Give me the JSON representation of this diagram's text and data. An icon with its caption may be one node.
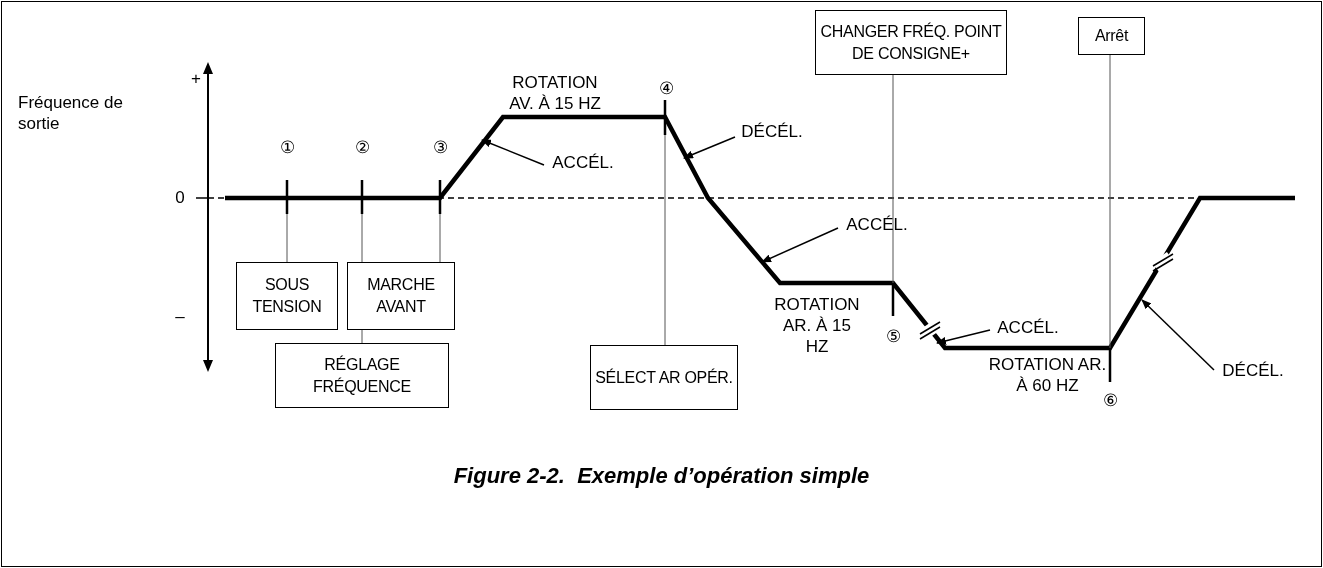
{
  "diagram": {
    "caption": "Figure 2-2.  Exemple d’opération simple",
    "nodes": [
      {
        "text": [
          "SOUS TENSION"
        ]
      },
      {
        "text": [
          "RÉGLAGE FRÉQUENCE"
        ]
      },
      {
        "text": [
          "MARCHE AVANT"
        ]
      },
      {
        "text": [
          "SÉLECT AR OPÉR."
        ]
      },
      {
        "text": [
          "CHANGER FRÉQ. POINT DE CONSIGNE+"
        ]
      },
      {
        "text": [
          "Arrêt"
        ]
      },
      {
        "text": [
          "ACCÉL."
        ]
      },
      {
        "text": [
          "DÉCÉL."
        ]
      },
      {
        "text": [
          "ACCÉL."
        ]
      },
      {
        "text": [
          "ACCÉL."
        ]
      },
      {
        "text": [
          "DÉCÉL."
        ]
      }
    ],
    "edges": [
      {
        "from": 0,
        "to": null,
        "arrow": "none"
      },
      {
        "from": 1,
        "to": null,
        "arrow": "none"
      },
      {
        "from": 2,
        "to": null,
        "arrow": "none"
      },
      {
        "from": 3,
        "to": null,
        "arrow": "none"
      },
      {
        "from": 4,
        "to": null,
        "arrow": "none"
      },
      {
        "from": 5,
        "to": null,
        "arrow": "none"
      },
      {
        "from": 6,
        "to": null,
        "arrow": "to"
      },
      {
        "from": 7,
        "to": null,
        "arrow": "to"
      },
      {
        "from": 8,
        "to": null,
        "arrow": "to"
      },
      {
        "from": 9,
        "to": null,
        "arrow": "to"
      },
      {
        "from": 10,
        "to": null,
        "arrow": "to"
      }
    ],
    "labels": [
      "+",
      "Fréquence de sortie",
      "ROTATION AV. À 15 HZ",
      "④",
      "①",
      "②",
      "③",
      "0",
      "–",
      "ROTATION AR. À 15 HZ",
      "⑤",
      "ROTATION AR. À 60 HZ",
      "⑥"
    ]
  }
}
